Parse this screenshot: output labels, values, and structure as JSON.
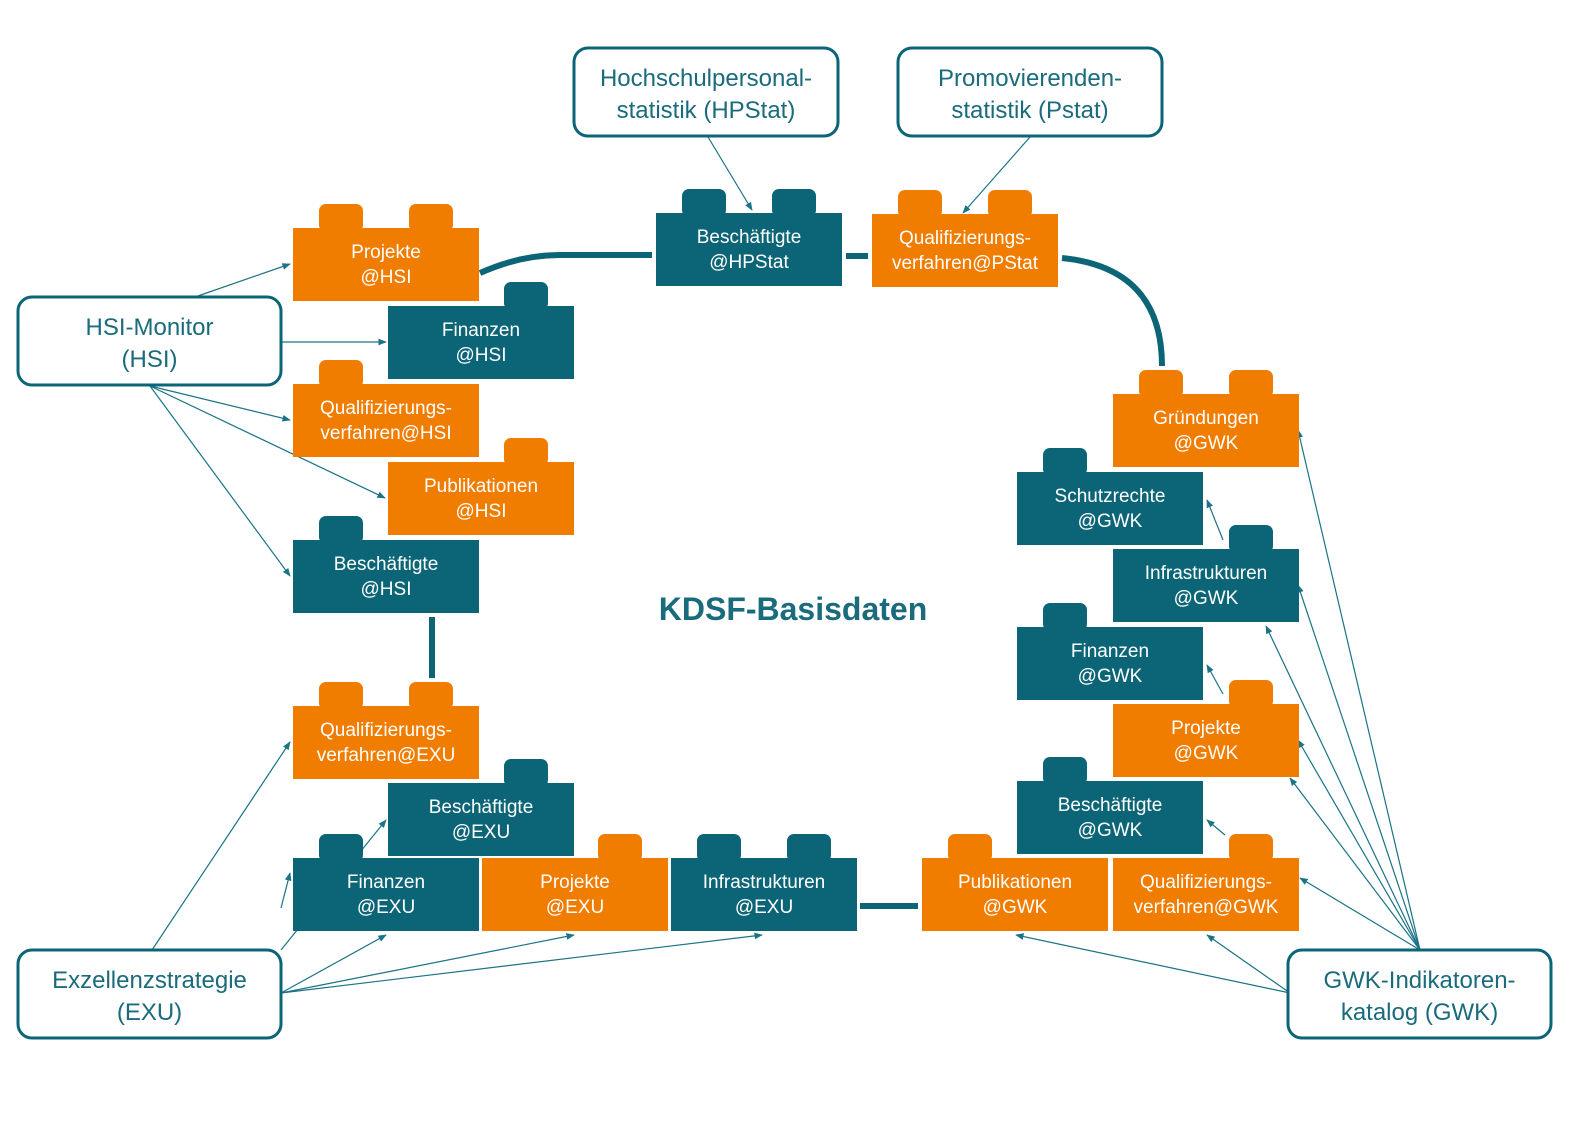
{
  "title": "KDSF-Basisdaten",
  "colors": {
    "teal": "#0b6577",
    "orange": "#f07c00",
    "line": "#0b6577",
    "arrow": "#1a7386",
    "sourceText": "#1a6b7c"
  },
  "sources": [
    {
      "id": "hsi",
      "lines": [
        "HSI-Monitor",
        "(HSI)"
      ]
    },
    {
      "id": "exu",
      "lines": [
        "Exzellenzstrategie",
        "(EXU)"
      ]
    },
    {
      "id": "hpstat",
      "lines": [
        "Hochschulpersonal-",
        "statistik (HPStat)"
      ]
    },
    {
      "id": "pstat",
      "lines": [
        "Promovierenden-",
        "statistik (Pstat)"
      ]
    },
    {
      "id": "gwk",
      "lines": [
        "GWK-Indikatoren-",
        "katalog (GWK)"
      ]
    }
  ],
  "blocks": [
    {
      "id": "projekte-hsi",
      "color": "orange",
      "lines": [
        "Projekte",
        "@HSI"
      ]
    },
    {
      "id": "finanzen-hsi",
      "color": "teal",
      "lines": [
        "Finanzen",
        "@HSI"
      ]
    },
    {
      "id": "qualifizierung-hsi",
      "color": "orange",
      "lines": [
        "Qualifizierungs-",
        "verfahren@HSI"
      ]
    },
    {
      "id": "publikationen-hsi",
      "color": "orange",
      "lines": [
        "Publikationen",
        "@HSI"
      ]
    },
    {
      "id": "beschaeftigte-hsi",
      "color": "teal",
      "lines": [
        "Beschäftigte",
        "@HSI"
      ]
    },
    {
      "id": "beschaeftigte-hpstat",
      "color": "teal",
      "lines": [
        "Beschäftigte",
        "@HPStat"
      ]
    },
    {
      "id": "qualifizierung-pstat",
      "color": "orange",
      "lines": [
        "Qualifizierungs-",
        "verfahren@PStat"
      ]
    },
    {
      "id": "gruendungen-gwk",
      "color": "orange",
      "lines": [
        "Gründungen",
        "@GWK"
      ]
    },
    {
      "id": "schutzrechte-gwk",
      "color": "teal",
      "lines": [
        "Schutzrechte",
        "@GWK"
      ]
    },
    {
      "id": "infrastrukturen-gwk",
      "color": "teal",
      "lines": [
        "Infrastrukturen",
        "@GWK"
      ]
    },
    {
      "id": "finanzen-gwk",
      "color": "teal",
      "lines": [
        "Finanzen",
        "@GWK"
      ]
    },
    {
      "id": "projekte-gwk",
      "color": "orange",
      "lines": [
        "Projekte",
        "@GWK"
      ]
    },
    {
      "id": "beschaeftigte-gwk",
      "color": "teal",
      "lines": [
        "Beschäftigte",
        "@GWK"
      ]
    },
    {
      "id": "publikationen-gwk",
      "color": "orange",
      "lines": [
        "Publikationen",
        "@GWK"
      ]
    },
    {
      "id": "qualifizierung-gwk",
      "color": "orange",
      "lines": [
        "Qualifizierungs-",
        "verfahren@GWK"
      ]
    },
    {
      "id": "qualifizierung-exu",
      "color": "orange",
      "lines": [
        "Qualifizierungs-",
        "verfahren@EXU"
      ]
    },
    {
      "id": "beschaeftigte-exu",
      "color": "teal",
      "lines": [
        "Beschäftigte",
        "@EXU"
      ]
    },
    {
      "id": "finanzen-exu",
      "color": "teal",
      "lines": [
        "Finanzen",
        "@EXU"
      ]
    },
    {
      "id": "projekte-exu",
      "color": "orange",
      "lines": [
        "Projekte",
        "@EXU"
      ]
    },
    {
      "id": "infrastrukturen-exu",
      "color": "teal",
      "lines": [
        "Infrastrukturen",
        "@EXU"
      ]
    }
  ]
}
